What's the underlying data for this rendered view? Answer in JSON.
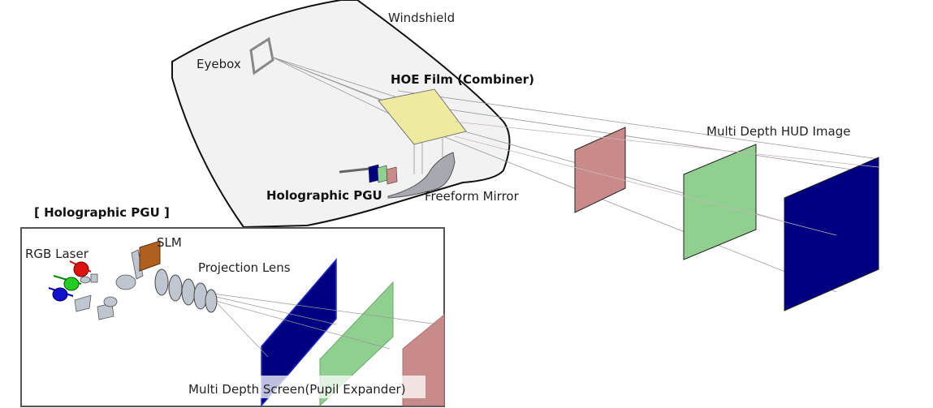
{
  "labels": {
    "windshield": "Windshield",
    "eyebox": "Eyebox",
    "hoe_film": "HOE Film (Combiner)",
    "multi_depth_hud_image": "Multi Depth HUD Image",
    "holographic_pgu": "Holographic PGU",
    "freeform_mirror": "Freeform Mirror",
    "pgu_section_title": "[ Holographic PGU ]",
    "slm": "SLM",
    "rgb_laser": "RGB Laser",
    "projection_lens": "Projection Lens",
    "multi_depth_screen": "Multi Depth Screen(Pupil Expander)"
  },
  "colors": {
    "red_plane": "#c98a8a",
    "green_plane": "#8fcf8f",
    "blue_plane": "#000080",
    "hoe_film": "#eeeaa0",
    "slm": "#b0601e",
    "windshield_fill": "#f2f2f2"
  }
}
